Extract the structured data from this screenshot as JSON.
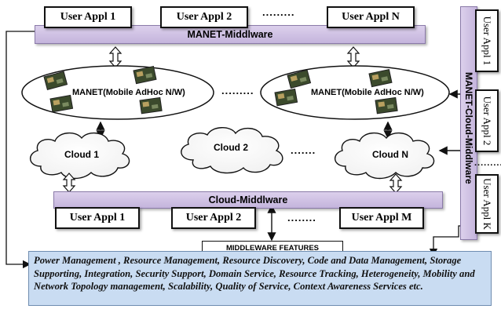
{
  "top_apps": [
    "User Appl 1",
    "User Appl 2",
    "User Appl N"
  ],
  "top_dots": ".........",
  "manet_middleware": "MANET-Middlware",
  "manets": [
    "MANET(Mobile AdHoc N/W)",
    "MANET(Mobile AdHoc N/W)"
  ],
  "manet_dots": ".........",
  "clouds": [
    "Cloud 1",
    "Cloud 2",
    "Cloud N"
  ],
  "cloud_dots": ".......",
  "cloud_middleware": "Cloud-Middlware",
  "bottom_apps": [
    "User Appl 1",
    "User Appl 2",
    "User Appl  M"
  ],
  "bottom_dots": "........",
  "middleware_features_label": "MIDDLEWARE FEATURES",
  "middleware_features_text": "Power Management , Resource Management, Resource Discovery, Code and Data Management, Storage Supporting, Integration, Security Support, Domain Service, Resource Tracking, Heterogeneity, Mobility and Network Topology management, Scalability, Quality of Service, Context Awareness Services etc.",
  "manet_cloud_middleware": "MANET-Cloud-Middlware",
  "right_apps": [
    "User Appl 1",
    "User Appl 2",
    "User Appl K"
  ],
  "right_dots": ".........",
  "colors": {
    "middleware_bar": "#c8b8e0",
    "features_bg": "#c9dcf2",
    "arrow": "#111111"
  }
}
